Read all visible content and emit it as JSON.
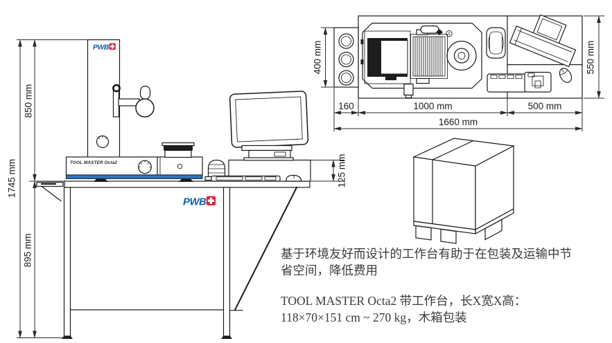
{
  "side_view": {
    "brand": "PWB",
    "machine_label": "TOOL MASTER Octa2",
    "dims": {
      "machine_height": "850 mm",
      "total_height": "1745 mm",
      "table_height": "895 mm",
      "platform_height": "125 mm"
    }
  },
  "top_view": {
    "dims": {
      "left_depth": "400 mm",
      "right_depth": "550 mm",
      "left_ext": "160",
      "main_width": "1000 mm",
      "right_width": "500 mm",
      "total_width": "1660 mm"
    }
  },
  "notes": {
    "line1": "基于环境友好而设计的工作台有助于在包装及运输中节",
    "line2": "省空间，降低费用",
    "line3": "TOOL MASTER Octa2 带工作台，长X宽X高：",
    "line4": "118×70×151 cm ~ 270 kg，木箱包装"
  },
  "colors": {
    "brand_blue": "#1161ad",
    "brand_red": "#e51e2c",
    "accent_stripe": "#2e74b8",
    "line": "#1a1a1a",
    "dim_text": "#1c1c1c",
    "note_text": "#3b3b3b"
  }
}
